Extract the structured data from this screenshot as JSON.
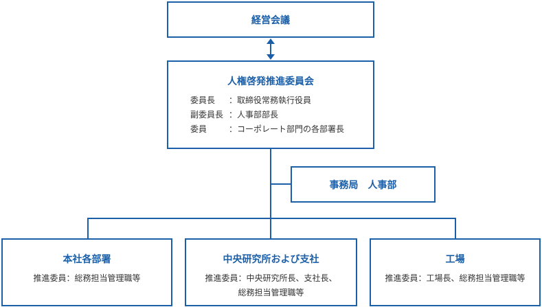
{
  "top": {
    "title": "経営会議"
  },
  "committee": {
    "title": "人権啓発推進委員会",
    "rows": [
      {
        "role": "委員長",
        "sep": "：",
        "value": "取締役常務執行役員"
      },
      {
        "role": "副委員長",
        "sep": "：",
        "value": "人事部部長"
      },
      {
        "role": "委員",
        "sep": "：",
        "value": "コーポレート部門の各部署長"
      }
    ]
  },
  "secretariat": {
    "title": "事務局　人事部"
  },
  "units": [
    {
      "title": "本社各部署",
      "lines": [
        "推進委員：総務担当管理職等"
      ]
    },
    {
      "title": "中央研究所および支社",
      "lines": [
        "推進委員：中央研究所長、支社長、",
        "総務担当管理職等"
      ]
    },
    {
      "title": "工場",
      "lines": [
        "推進委員：工場長、総務担当管理職等"
      ]
    }
  ],
  "colors": {
    "accent": "#1a5fa8"
  }
}
